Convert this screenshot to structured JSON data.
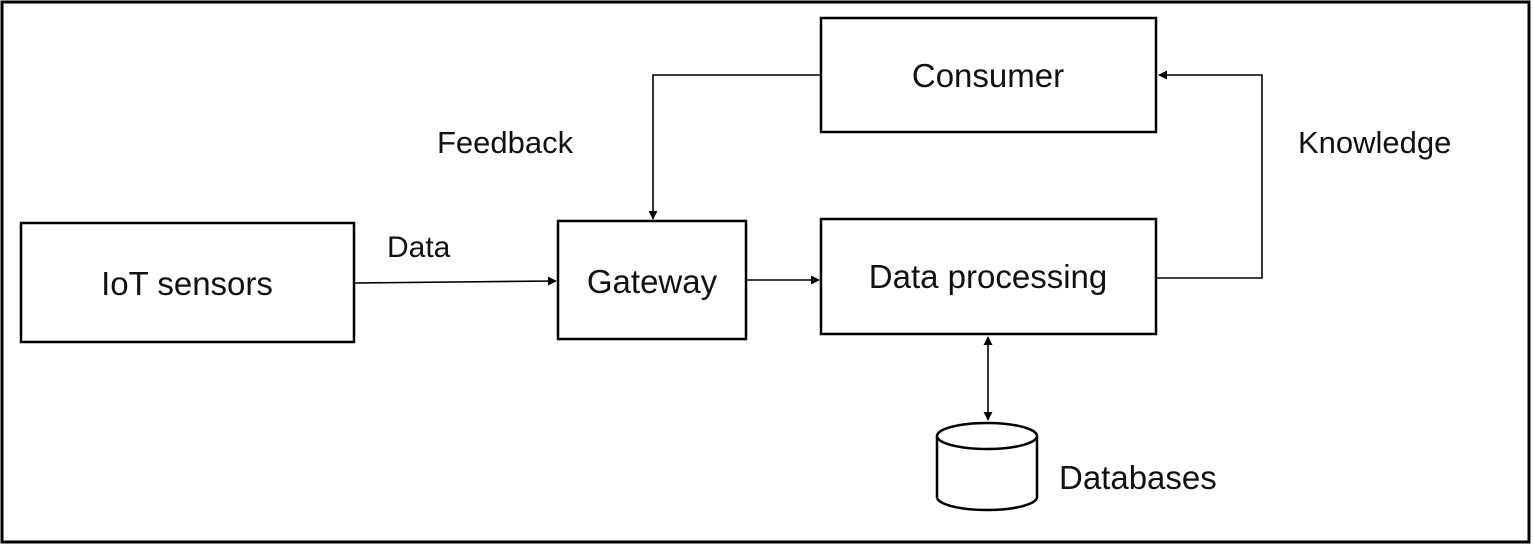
{
  "nodes": {
    "iot_sensors": "IoT sensors",
    "gateway": "Gateway",
    "data_processing": "Data processing",
    "consumer": "Consumer",
    "databases": "Databases"
  },
  "edges": {
    "data": "Data",
    "feedback": "Feedback",
    "knowledge": "Knowledge"
  },
  "colors": {
    "stroke": "#000000",
    "background": "#ffffff",
    "text": "#111111"
  }
}
